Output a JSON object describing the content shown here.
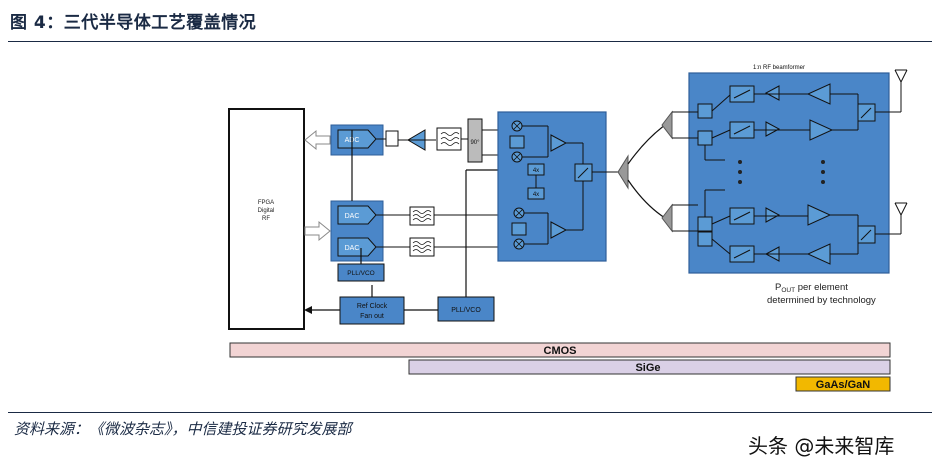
{
  "figure_title": "图 4：三代半导体工艺覆盖情况",
  "source": "资料来源：《微波杂志》，中信建投证券研究发展部",
  "watermark": "头条 @未来智库",
  "diagram": {
    "fpga_lines": [
      "FPGA",
      "Digital",
      "RF"
    ],
    "adc": "ADC",
    "dac": "DAC",
    "pll_vco": "PLL/VCO",
    "ref_clock_lines": [
      "Ref Clock",
      "Fan out"
    ],
    "phase_90": "90°",
    "div_4x": "4x",
    "beamformer": "1:n RF beamformer",
    "pout_prefix": "P",
    "pout_sub": "OUT",
    "pout_rest": " per element",
    "pout_line2": "determined by technology"
  },
  "technology_bars": [
    {
      "label": "CMOS",
      "color": "#f2d4d4"
    },
    {
      "label": "SiGe",
      "color": "#dad0e6"
    },
    {
      "label": "GaAs/GaN",
      "color": "#f2b800"
    }
  ],
  "colors": {
    "block_dark": "#2e6db3",
    "block_light": "#5b9bd5",
    "block_fill_bg": "#4a86c8",
    "line": "#1a1a1a",
    "title": "#1a2a44"
  }
}
